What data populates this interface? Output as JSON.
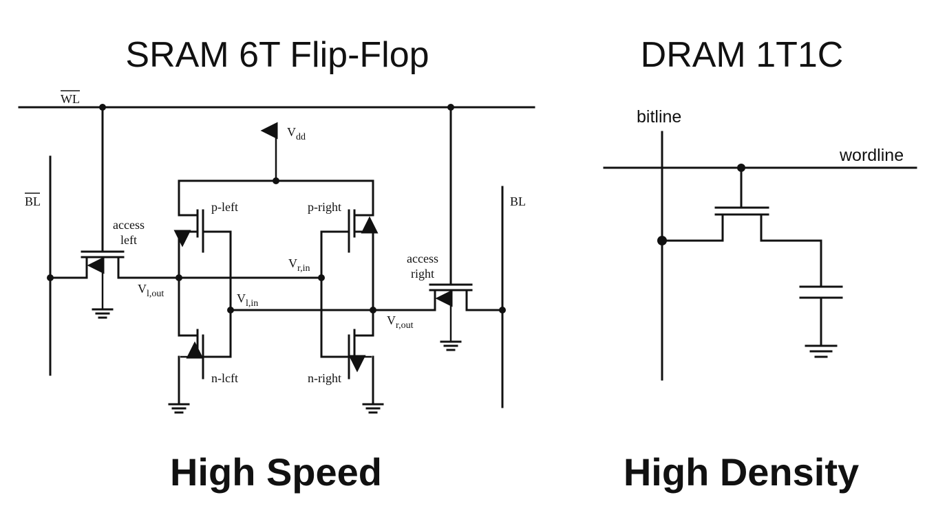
{
  "sram": {
    "title": "SRAM 6T Flip-Flop",
    "caption": "High Speed",
    "labels": {
      "wl_bar": "WL",
      "bl_bar": "BL",
      "bl": "BL",
      "vdd": "V",
      "vdd_sub": "dd",
      "p_left": "p-left",
      "p_right": "p-right",
      "n_left": "n-lcft",
      "n_right": "n-right",
      "access_left_1": "access",
      "access_left_2": "left",
      "access_right_1": "access",
      "access_right_2": "right",
      "v_l_out": "V",
      "v_l_out_sub": "l,out",
      "v_r_in": "V",
      "v_r_in_sub": "r,in",
      "v_l_in": "V",
      "v_l_in_sub": "l,in",
      "v_r_out": "V",
      "v_r_out_sub": "r,out"
    }
  },
  "dram": {
    "title": "DRAM 1T1C",
    "caption": "High Density",
    "labels": {
      "bitline": "bitline",
      "wordline": "wordline"
    }
  }
}
